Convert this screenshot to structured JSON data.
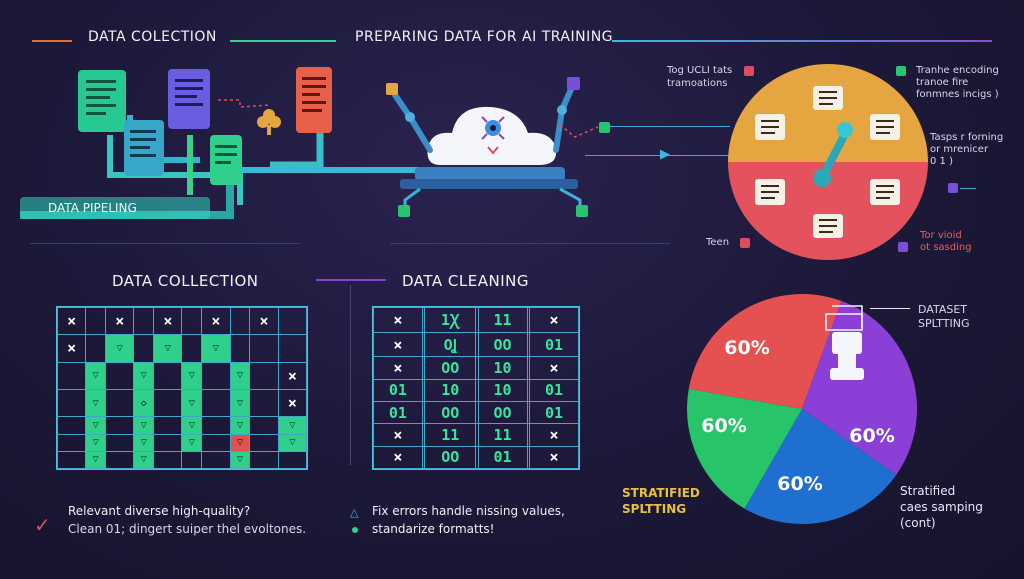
{
  "header": {
    "left_title": "DATA COLECTION",
    "main_title": "PREPARING DATA FOR AI TRAINING"
  },
  "pipeline": {
    "label": "DATA PIPELING"
  },
  "wheel": {
    "label_top_left_1": "Tog UCLI tats",
    "label_top_left_2": "tramoations",
    "label_top_right_1": "Tranhe encoding",
    "label_top_right_2": "tranoe fire",
    "label_top_right_3": "fonmnes incigs )",
    "label_mid_right_1": "Tasps r forning",
    "label_mid_right_2": "or mrenicer",
    "label_mid_right_3": "0 1 )",
    "label_bottom_left": "Teen",
    "label_bottom_right_1": "Tor vioid",
    "label_bottom_right_2": "ot sasding",
    "colors": {
      "top": "#e5a642",
      "bottom": "#e4525e"
    }
  },
  "collection": {
    "title": "DATA COLLECTION",
    "rows": [
      [
        "×",
        "",
        "×",
        "",
        "×",
        "",
        "×",
        "",
        "×",
        ""
      ],
      [
        "×",
        "",
        "▽",
        "",
        "▽",
        "",
        "▽",
        "",
        "",
        " "
      ],
      [
        "",
        "▽",
        "",
        "▽",
        "",
        "▽",
        "",
        "▽",
        "",
        "×"
      ],
      [
        "",
        "▽",
        "",
        "◇",
        "",
        "▽",
        "",
        "▽",
        "",
        "×"
      ],
      [
        "",
        "▽",
        "",
        "▽",
        "",
        "▽",
        "",
        "▽",
        "",
        "▽"
      ],
      [
        "",
        "▽",
        "",
        "▽",
        "",
        "▽",
        "",
        "▽",
        "",
        "▽"
      ],
      [
        "",
        "▽",
        "",
        "▽",
        "",
        "",
        "",
        "▽",
        "",
        ""
      ]
    ],
    "caption_1": "Relevant diverse high-quality?",
    "caption_2": "Clean 01; dingert suiper thel evoltones."
  },
  "cleaning": {
    "title": "DATA CLEANING",
    "rows": [
      [
        "×",
        "",
        "1Ꭓ",
        "",
        "11",
        "",
        "×"
      ],
      [
        "×",
        "",
        "OꞲ",
        "",
        "OO",
        "",
        "01"
      ],
      [
        "×",
        "",
        "OO",
        "",
        "10",
        "",
        "×"
      ],
      [
        "01",
        "",
        "10",
        "",
        "10",
        "",
        "01"
      ],
      [
        "01",
        "",
        "OO",
        "",
        "OO",
        "",
        "01"
      ],
      [
        "×",
        "",
        "11",
        "",
        "11",
        "",
        "×"
      ],
      [
        "×",
        "",
        "OO",
        "",
        "01",
        "",
        "×"
      ]
    ],
    "caption_1": "Fix errors handle nissing values,",
    "caption_2": "standarize formatts!"
  },
  "splitting": {
    "title_1": "DATASET",
    "title_2": "SPLTTING",
    "left_label_1": "STRATIFIED",
    "left_label_2": "SPLTTING",
    "right_label_1": "Stratified",
    "right_label_2": "caes samping",
    "right_label_3": "(cont)",
    "slice_labels": [
      "60%",
      "60%",
      "60%",
      "60%"
    ],
    "colors": [
      "#e55050",
      "#8a3fd6",
      "#1f6fd0",
      "#28c46a"
    ]
  },
  "chart_data": {
    "type": "pie",
    "slices": [
      {
        "label": "60%",
        "color": "#e55050"
      },
      {
        "label": "60%",
        "color": "#8a3fd6"
      },
      {
        "label": "60%",
        "color": "#1f6fd0"
      },
      {
        "label": "60%",
        "color": "#28c46a"
      }
    ]
  }
}
